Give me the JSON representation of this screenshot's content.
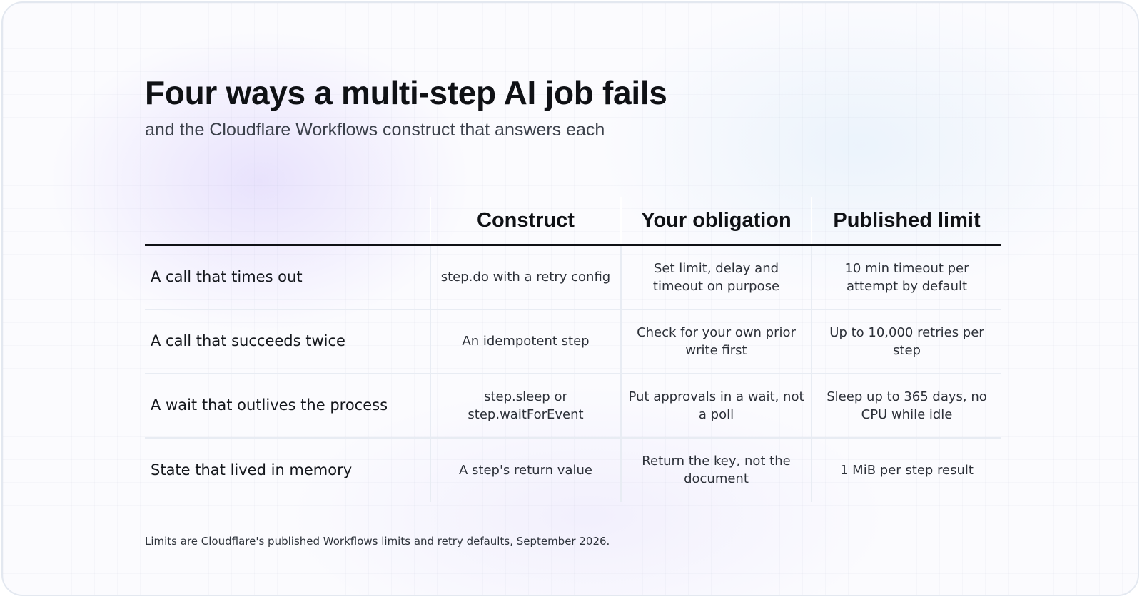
{
  "title": "Four ways a multi-step AI job fails",
  "subtitle": "and the Cloudflare Workflows construct that answers each",
  "table": {
    "columns": [
      "",
      "Construct",
      "Your obligation",
      "Published limit"
    ],
    "rows": [
      {
        "failure": "A call that times out",
        "construct": "step.do with a retry config",
        "obligation": "Set limit, delay and timeout on purpose",
        "limit": "10 min timeout per attempt by default"
      },
      {
        "failure": "A call that succeeds twice",
        "construct": "An idempotent step",
        "obligation": "Check for your own prior write first",
        "limit": "Up to 10,000 retries per step"
      },
      {
        "failure": "A wait that outlives the process",
        "construct": "step.sleep or step.waitForEvent",
        "obligation": "Put approvals in a wait, not a poll",
        "limit": "Sleep up to 365 days, no CPU while idle"
      },
      {
        "failure": "State that lived in memory",
        "construct": "A step's return value",
        "obligation": "Return the key, not the document",
        "limit": "1 MiB per step result"
      }
    ]
  },
  "footnote": "Limits are Cloudflare's published Workflows limits and retry defaults, September 2026."
}
